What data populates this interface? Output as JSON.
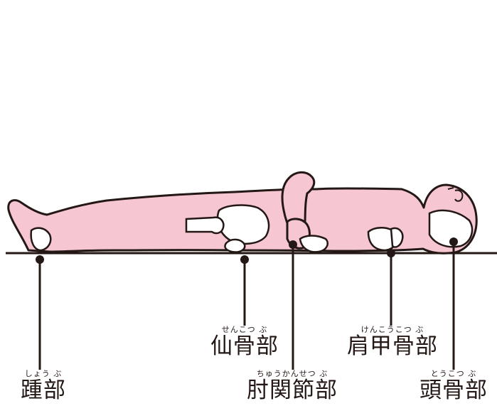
{
  "colors": {
    "body_fill": "#f6c7d3",
    "bone_fill": "#ffffff",
    "outline": "#231815",
    "background": "#ffffff"
  },
  "labels": {
    "heel": {
      "ruby": "しょう ぶ",
      "text": "踵部"
    },
    "sacrum": {
      "ruby": "せんこつ ぶ",
      "text": "仙骨部"
    },
    "elbow": {
      "ruby": "ちゅうかんせつ ぶ",
      "text": "肘関節部"
    },
    "scapula": {
      "ruby": "けんこうこつ ぶ",
      "text": "肩甲骨部"
    },
    "occipital": {
      "ruby": "とうこつ ぶ",
      "text": "頭骨部"
    }
  }
}
